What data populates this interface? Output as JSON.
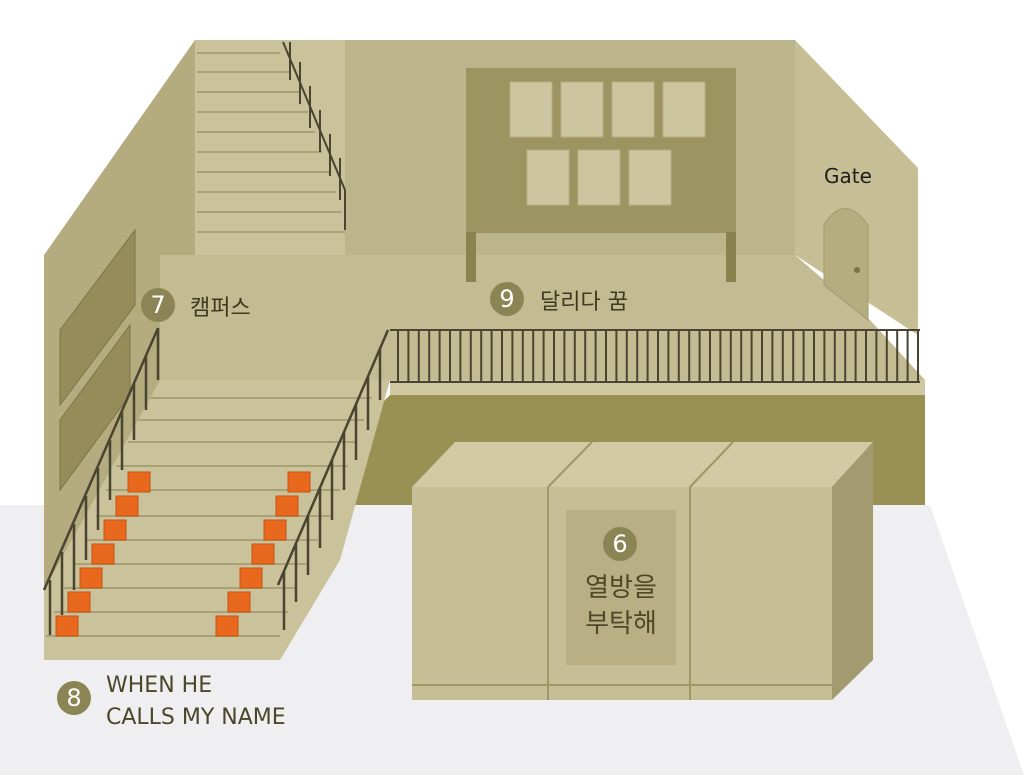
{
  "labels": {
    "gate": "Gate",
    "campus": {
      "num": "7",
      "text": "캠퍼스"
    },
    "run_dream": {
      "num": "9",
      "text": "달리다 꿈"
    },
    "favor": {
      "num": "6",
      "line1": "열방을",
      "line2": "부탁해"
    },
    "when_he_calls": {
      "num": "8",
      "line1": "WHEN HE",
      "line2": "CALLS MY NAME"
    }
  },
  "colors": {
    "wall_back": "#bcb48a",
    "wall_left": "#b4ab7f",
    "wall_right": "#c6bf95",
    "floor_upper": "#c3bb92",
    "balcony_front": "#999053",
    "ground": "#efeff1",
    "box_front": "#c6bf95",
    "box_top": "#d1caa5",
    "box_side": "#a39b70",
    "board": "#9c9461",
    "frame": "#ccc5a0",
    "marker": "#8b8455",
    "orange": "#e8681e",
    "rail": "#4a4530"
  }
}
